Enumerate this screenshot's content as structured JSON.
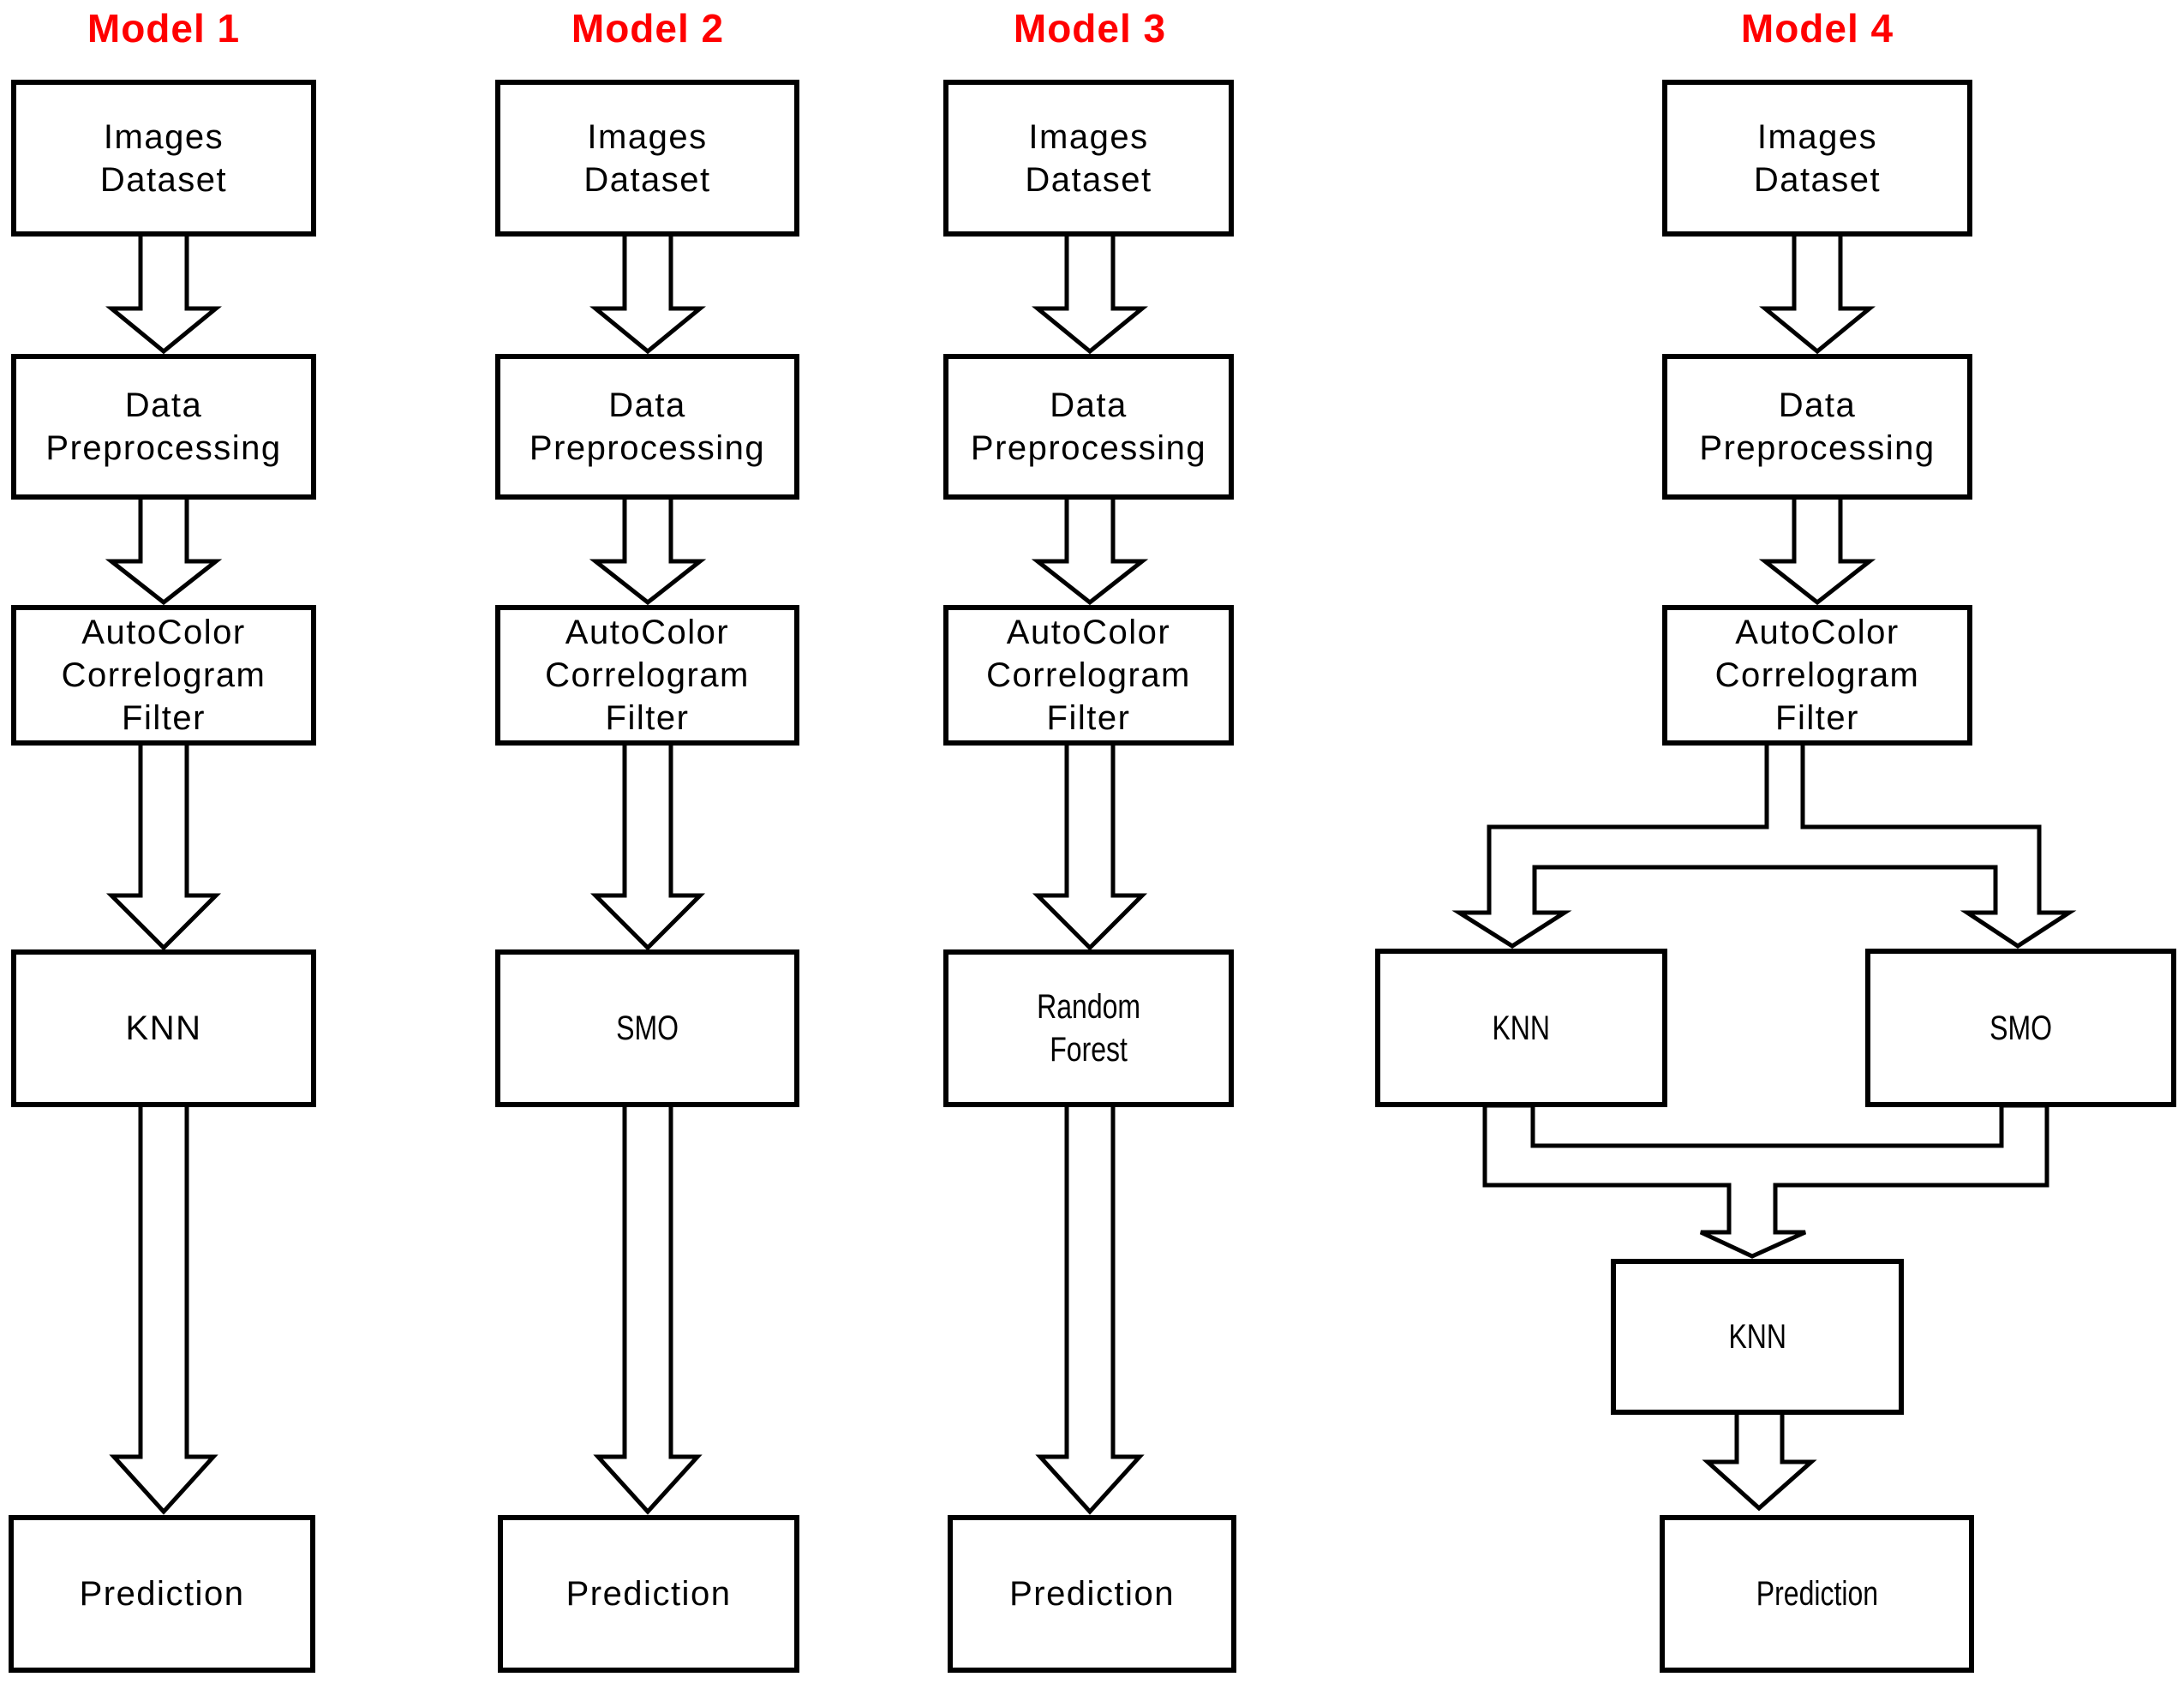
{
  "colors": {
    "background": "#ffffff",
    "line": "#000000",
    "text": "#000000",
    "title_red": "#ff0000"
  },
  "models": [
    {
      "title": "Model 1",
      "dataset": "Images\nDataset",
      "preprocessing": "Data\nPreprocessing",
      "filter": "AutoColor\nCorrelogram\nFilter",
      "classifier": "KNN",
      "prediction": "Prediction"
    },
    {
      "title": "Model 2",
      "dataset": "Images\nDataset",
      "preprocessing": "Data\nPreprocessing",
      "filter": "AutoColor\nCorrelogram\nFilter",
      "classifier": "SMO",
      "prediction": "Prediction"
    },
    {
      "title": "Model 3",
      "dataset": "Images\nDataset",
      "preprocessing": "Data\nPreprocessing",
      "filter": "AutoColor\nCorrelogram\nFilter",
      "classifier": "Random\nForest",
      "prediction": "Prediction"
    },
    {
      "title": "Model 4",
      "dataset": "Images\nDataset",
      "preprocessing": "Data\nPreprocessing",
      "filter": "AutoColor\nCorrelogram\nFilter",
      "classifier_left": "KNN",
      "classifier_right": "SMO",
      "ensemble_classifier": "KNN",
      "prediction": "Prediction"
    }
  ]
}
